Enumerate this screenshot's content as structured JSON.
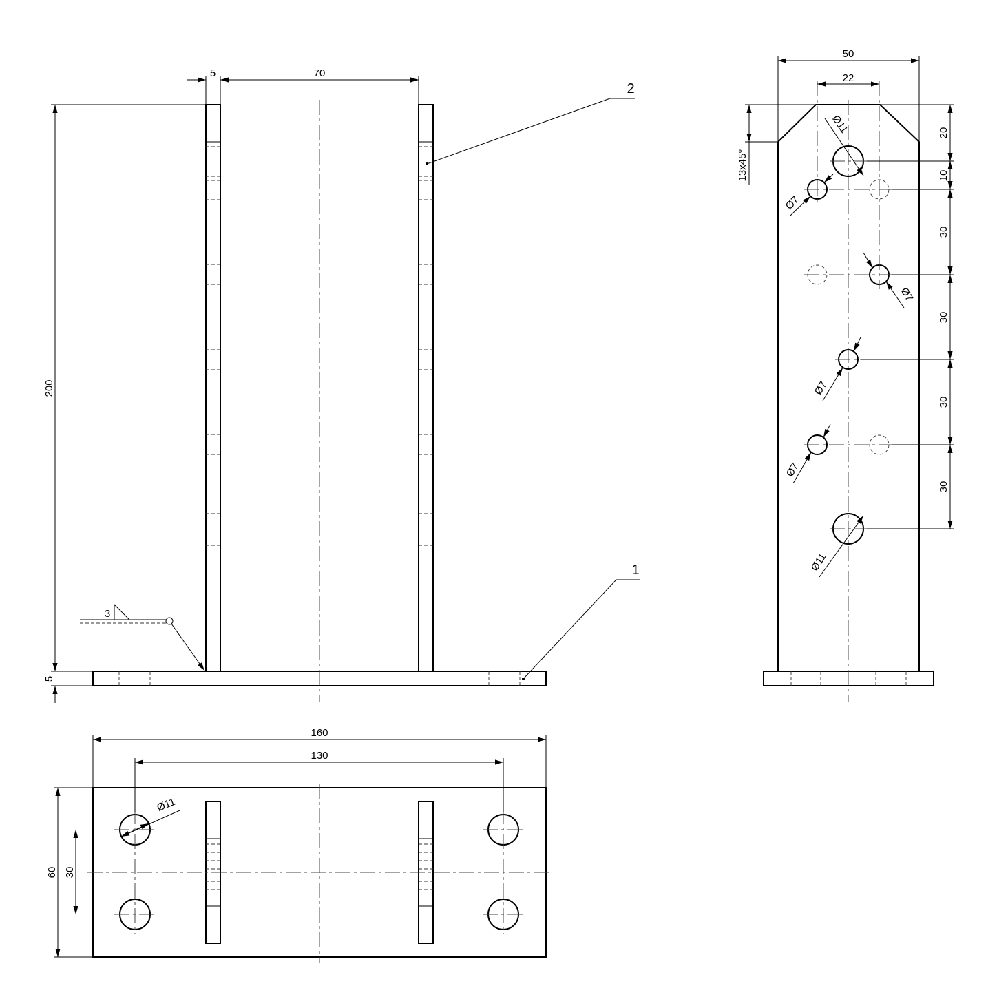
{
  "front_view": {
    "dim_plate_thickness": "5",
    "dim_gap": "70",
    "dim_height": "200",
    "dim_base_thickness": "5",
    "weld_size": "3",
    "part_label_plate": "2",
    "part_label_base": "1"
  },
  "side_view": {
    "dim_width": "50",
    "dim_top_flat": "22",
    "chamfer": "13x45°",
    "spacing": [
      "20",
      "10",
      "30",
      "30",
      "30",
      "30"
    ],
    "hole_labels": [
      "Ø11",
      "Ø7",
      "Ø7",
      "Ø7",
      "Ø7",
      "Ø11"
    ]
  },
  "top_view": {
    "dim_length": "160",
    "dim_hole_spacing_x": "130",
    "dim_width": "60",
    "dim_hole_spacing_y": "30",
    "hole_label": "Ø11"
  }
}
